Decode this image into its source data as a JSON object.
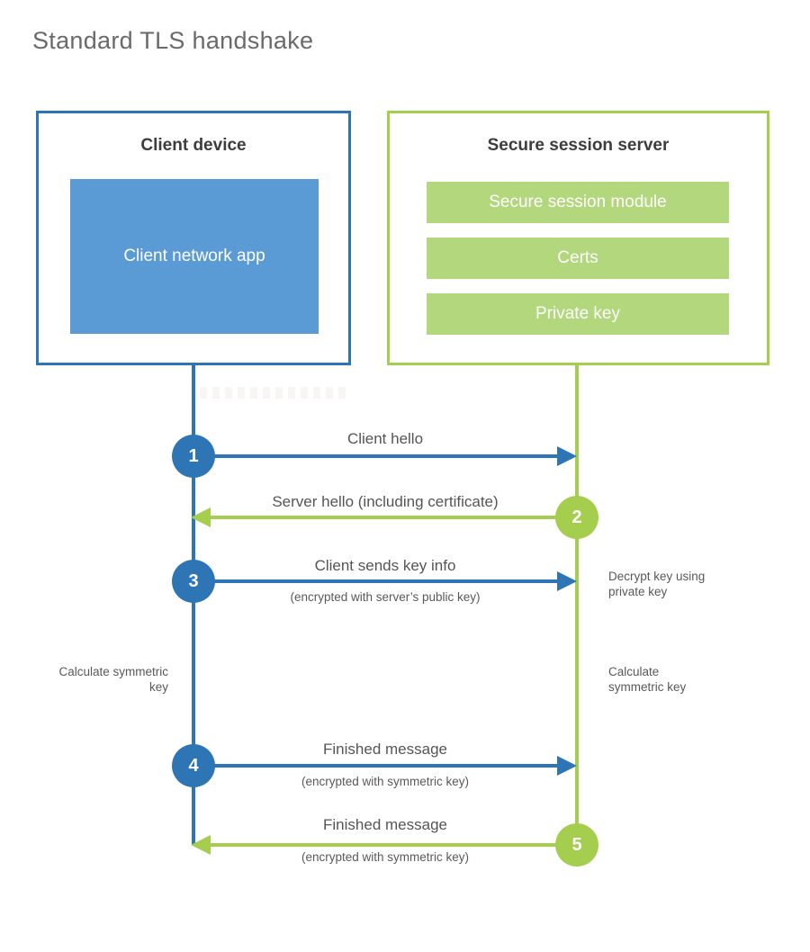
{
  "title": "Standard TLS handshake",
  "colors": {
    "blue": "#2e75b6",
    "blue_fill": "#5b9bd5",
    "green": "#a5ce4f",
    "green_fill": "#b3d77d",
    "heading_text": "#3d3d3d",
    "label_text": "#595959"
  },
  "client": {
    "title": "Client device",
    "app_label": "Client network app"
  },
  "server": {
    "title": "Secure session server",
    "modules": [
      "Secure session module",
      "Certs",
      "Private key"
    ]
  },
  "steps": [
    {
      "num": "1",
      "from": "client",
      "to": "server",
      "color": "blue",
      "label": "Client hello",
      "sub": ""
    },
    {
      "num": "2",
      "from": "server",
      "to": "client",
      "color": "green",
      "label": "Server hello (including certificate)",
      "sub": ""
    },
    {
      "num": "3",
      "from": "client",
      "to": "server",
      "color": "blue",
      "label": "Client sends key info",
      "sub": "(encrypted with server’s public key)"
    },
    {
      "num": "4",
      "from": "client",
      "to": "server",
      "color": "blue",
      "label": "Finished message",
      "sub": "(encrypted with symmetric key)"
    },
    {
      "num": "5",
      "from": "server",
      "to": "client",
      "color": "green",
      "label": "Finished message",
      "sub": "(encrypted with symmetric key)"
    }
  ],
  "notes": {
    "decrypt": "Decrypt key using private key",
    "calc_left": "Calculate symmetric key",
    "calc_right": "Calculate symmetric key"
  }
}
